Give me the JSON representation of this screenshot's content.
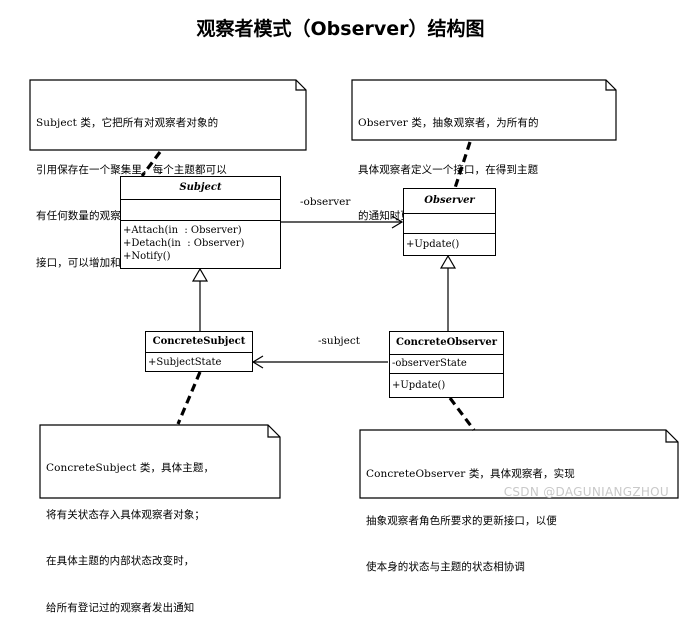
{
  "title": "观察者模式（Observer）结构图",
  "notes": {
    "subject": [
      "Subject 类，它把所有对观察者对象的",
      "引用保存在一个聚集里，每个主题都可以",
      "有任何数量的观察者。抽象主题提供一个",
      "接口，可以增加和删除观察者对象"
    ],
    "observer": [
      "Observer 类，抽象观察者，为所有的",
      "具体观察者定义一个接口，在得到主题",
      "的通知时更新自己"
    ],
    "concrete_subject": [
      "ConcreteSubject 类，具体主题，",
      "将有关状态存入具体观察者对象；",
      "在具体主题的内部状态改变时，",
      "给所有登记过的观察者发出通知"
    ],
    "concrete_observer": [
      "ConcreteObserver 类，具体观察者，实现",
      "抽象观察者角色所要求的更新接口，以便",
      "使本身的状态与主题的状态相协调"
    ]
  },
  "classes": {
    "subject": {
      "name": "Subject",
      "attributes": [],
      "operations": [
        "+Attach(in  : Observer)",
        "+Detach(in  : Observer)",
        "+Notify()"
      ]
    },
    "observer": {
      "name": "Observer",
      "attributes": [],
      "operations": [
        "+Update()"
      ]
    },
    "concrete_subject": {
      "name": "ConcreteSubject",
      "attributes": [
        "+SubjectState"
      ],
      "operations": []
    },
    "concrete_observer": {
      "name": "ConcreteObserver",
      "attributes": [
        "-observerState"
      ],
      "operations": [
        "+Update()"
      ]
    }
  },
  "associations": {
    "observer_label": "-observer",
    "subject_label": "-subject"
  },
  "watermark": "CSDN @DAGUNIANGZHOU"
}
